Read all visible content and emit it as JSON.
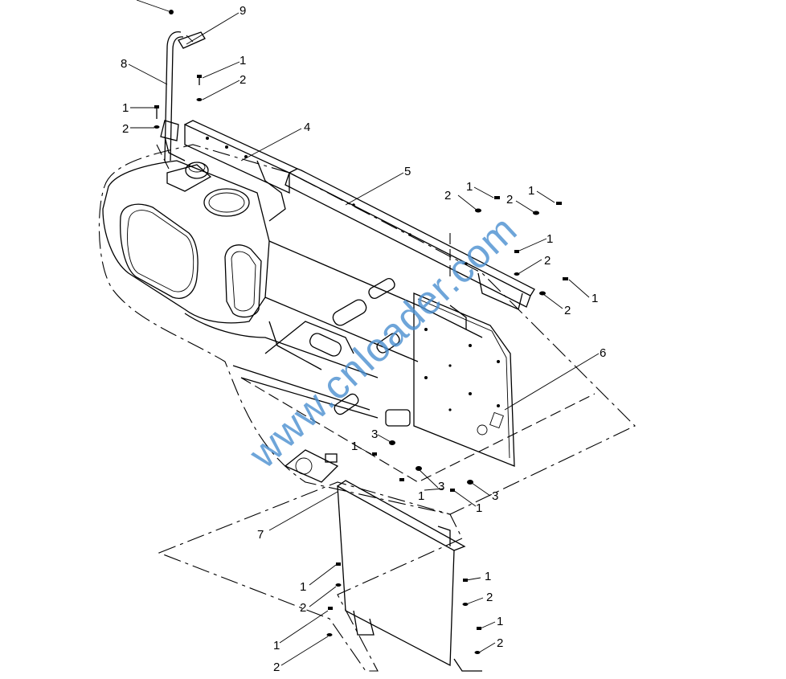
{
  "watermark": "www.cnloader.com",
  "callouts": [
    {
      "id": "c-9",
      "text": "9"
    },
    {
      "id": "c-8",
      "text": "8"
    },
    {
      "id": "c-1a",
      "text": "1"
    },
    {
      "id": "c-2a",
      "text": "2"
    },
    {
      "id": "c-1b",
      "text": "1"
    },
    {
      "id": "c-2b",
      "text": "2"
    },
    {
      "id": "c-4",
      "text": "4"
    },
    {
      "id": "c-5",
      "text": "5"
    },
    {
      "id": "c-2c",
      "text": "2"
    },
    {
      "id": "c-1c",
      "text": "1"
    },
    {
      "id": "c-2d",
      "text": "2"
    },
    {
      "id": "c-1d",
      "text": "1"
    },
    {
      "id": "c-1e",
      "text": "1"
    },
    {
      "id": "c-2e",
      "text": "2"
    },
    {
      "id": "c-1f",
      "text": "1"
    },
    {
      "id": "c-2f",
      "text": "2"
    },
    {
      "id": "c-6",
      "text": "6"
    },
    {
      "id": "c-1g",
      "text": "1"
    },
    {
      "id": "c-3a",
      "text": "3"
    },
    {
      "id": "c-3b",
      "text": "3"
    },
    {
      "id": "c-1h",
      "text": "1"
    },
    {
      "id": "c-1i",
      "text": "1"
    },
    {
      "id": "c-3c",
      "text": "3"
    },
    {
      "id": "c-7",
      "text": "7"
    },
    {
      "id": "c-1j",
      "text": "1"
    },
    {
      "id": "c-2g",
      "text": "2"
    },
    {
      "id": "c-1k",
      "text": "1"
    },
    {
      "id": "c-2h",
      "text": "2"
    },
    {
      "id": "c-1l",
      "text": "1"
    },
    {
      "id": "c-2i",
      "text": "2"
    },
    {
      "id": "c-1m",
      "text": "1"
    },
    {
      "id": "c-2j",
      "text": "2"
    }
  ]
}
